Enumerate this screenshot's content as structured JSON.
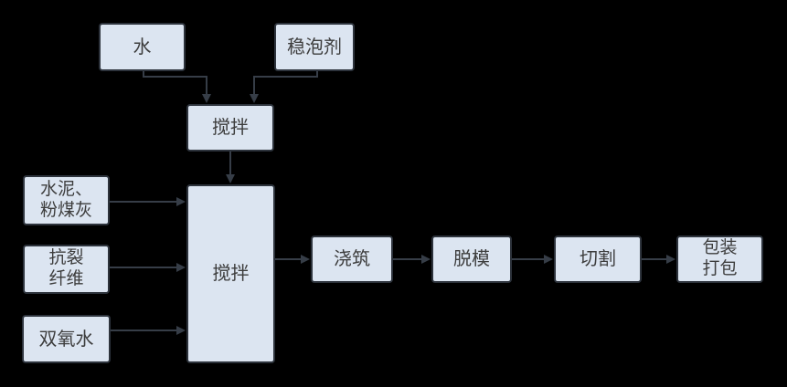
{
  "colors": {
    "background": "#000000",
    "node_fill": "#dce5f1",
    "node_border": "#2d333c",
    "arrow": "#363d47",
    "text": "#3d3d3d"
  },
  "nodes": {
    "water": {
      "label": "水"
    },
    "stabilizer": {
      "label": "稳泡剂"
    },
    "mix_foam": {
      "label": "搅拌"
    },
    "cement_flyash": {
      "lines": [
        "水泥、",
        "粉煤灰"
      ]
    },
    "fiber": {
      "lines": [
        "抗裂",
        "纤维"
      ]
    },
    "peroxide": {
      "label": "双氧水"
    },
    "mix_main": {
      "label": "搅拌"
    },
    "pour": {
      "label": "浇筑"
    },
    "demold": {
      "label": "脱模"
    },
    "cut": {
      "label": "切割"
    },
    "pack": {
      "lines": [
        "包装",
        "打包"
      ]
    }
  }
}
